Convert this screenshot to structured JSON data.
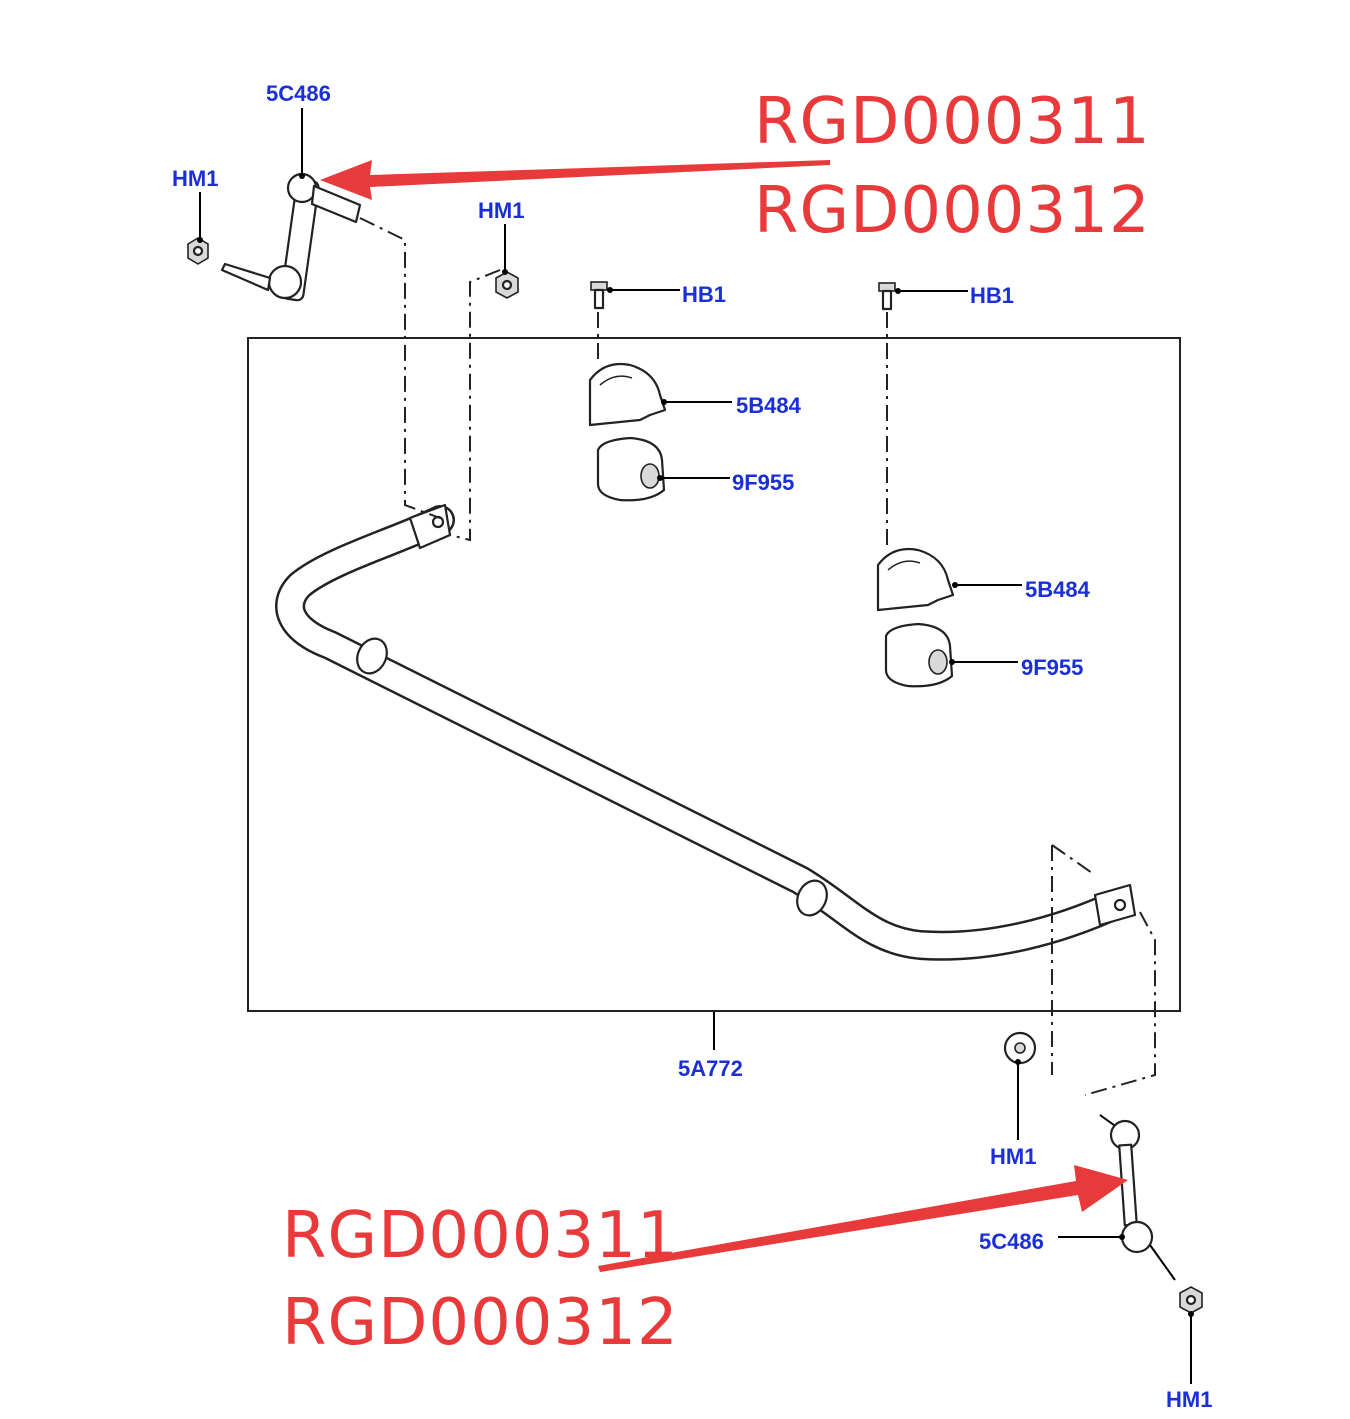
{
  "colors": {
    "callout_text": "#1a2fd6",
    "annotation_red": "#e83a3a",
    "line": "#222222"
  },
  "callouts": {
    "link_top": "5C486",
    "hm1_top_left": "HM1",
    "hm1_top_mid": "HM1",
    "hb1_left": "HB1",
    "hb1_right": "HB1",
    "bracket_left": "5B484",
    "bushing_left": "9F955",
    "bracket_right": "5B484",
    "bushing_right": "9F955",
    "stabilizer_bar": "5A772",
    "hm1_bottom_mid": "HM1",
    "link_bottom": "5C486",
    "hm1_bottom_right": "HM1"
  },
  "annotations": {
    "top": [
      "RGD000311",
      "RGD000312"
    ],
    "bottom": [
      "RGD000311",
      "RGD000312"
    ]
  }
}
